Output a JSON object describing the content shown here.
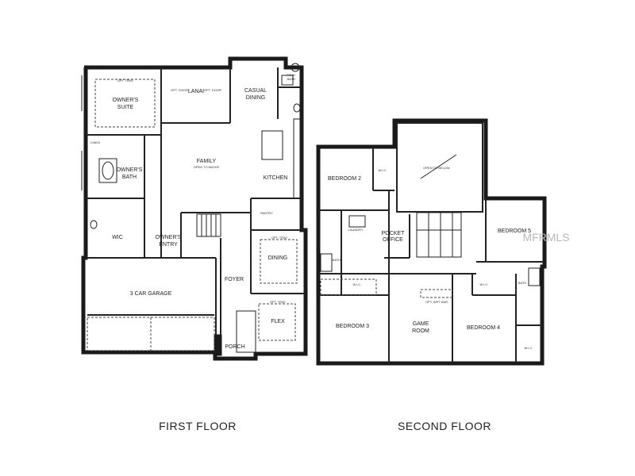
{
  "captions": {
    "first": "FIRST FLOOR",
    "second": "SECOND FLOOR"
  },
  "watermark": "MFRMLS",
  "first_floor": {
    "owners_suite_1": "OWNER'S",
    "owners_suite_2": "SUITE",
    "opt_tray_suite": "OPT. TRAY",
    "lanai": "LANAI",
    "opt_door_1": "OPT. DOOR",
    "opt_door_2": "OPT. DOOR",
    "casual_dining_1": "CASUAL",
    "casual_dining_2": "DINING",
    "pool_bath_1": "POOL",
    "pool_bath_2": "BATH",
    "linen": "LINEN",
    "owners_bath_1": "OWNER'S",
    "owners_bath_2": "BATH",
    "family": "FAMILY",
    "open_to_above": "OPEN TO ABOVE",
    "kitchen": "KITCHEN",
    "pantry": "PANTRY",
    "wic": "WIC",
    "owners_entry_1": "OWNER'S",
    "owners_entry_2": "ENTRY",
    "dining": "DINING",
    "opt_tray_dining": "OPT. TRAY",
    "foyer": "FOYER",
    "garage": "3 CAR GARAGE",
    "flex": "FLEX",
    "opt_tray_flex": "OPT. TRAY",
    "porch": "PORCH"
  },
  "second_floor": {
    "bedroom2": "BEDROOM 2",
    "wic_b2": "W.I.C.",
    "open_to_below": "OPEN TO BELOW",
    "bedroom5": "BEDROOM 5",
    "laundry": "LAUNDRY",
    "pocket_office_1": "POCKET",
    "pocket_office_2": "OFFICE",
    "bath_left": "BATH",
    "wic_b3": "W.I.C.",
    "wic_b4": "W.I.C.",
    "bath_right": "BATH",
    "bedroom3": "BEDROOM 3",
    "game_room_1": "GAME",
    "game_room_2": "ROOM",
    "opt_wet_bar": "OPT. WET BAR",
    "bedroom4": "BEDROOM 4",
    "wic_b5": "W.I.C."
  }
}
